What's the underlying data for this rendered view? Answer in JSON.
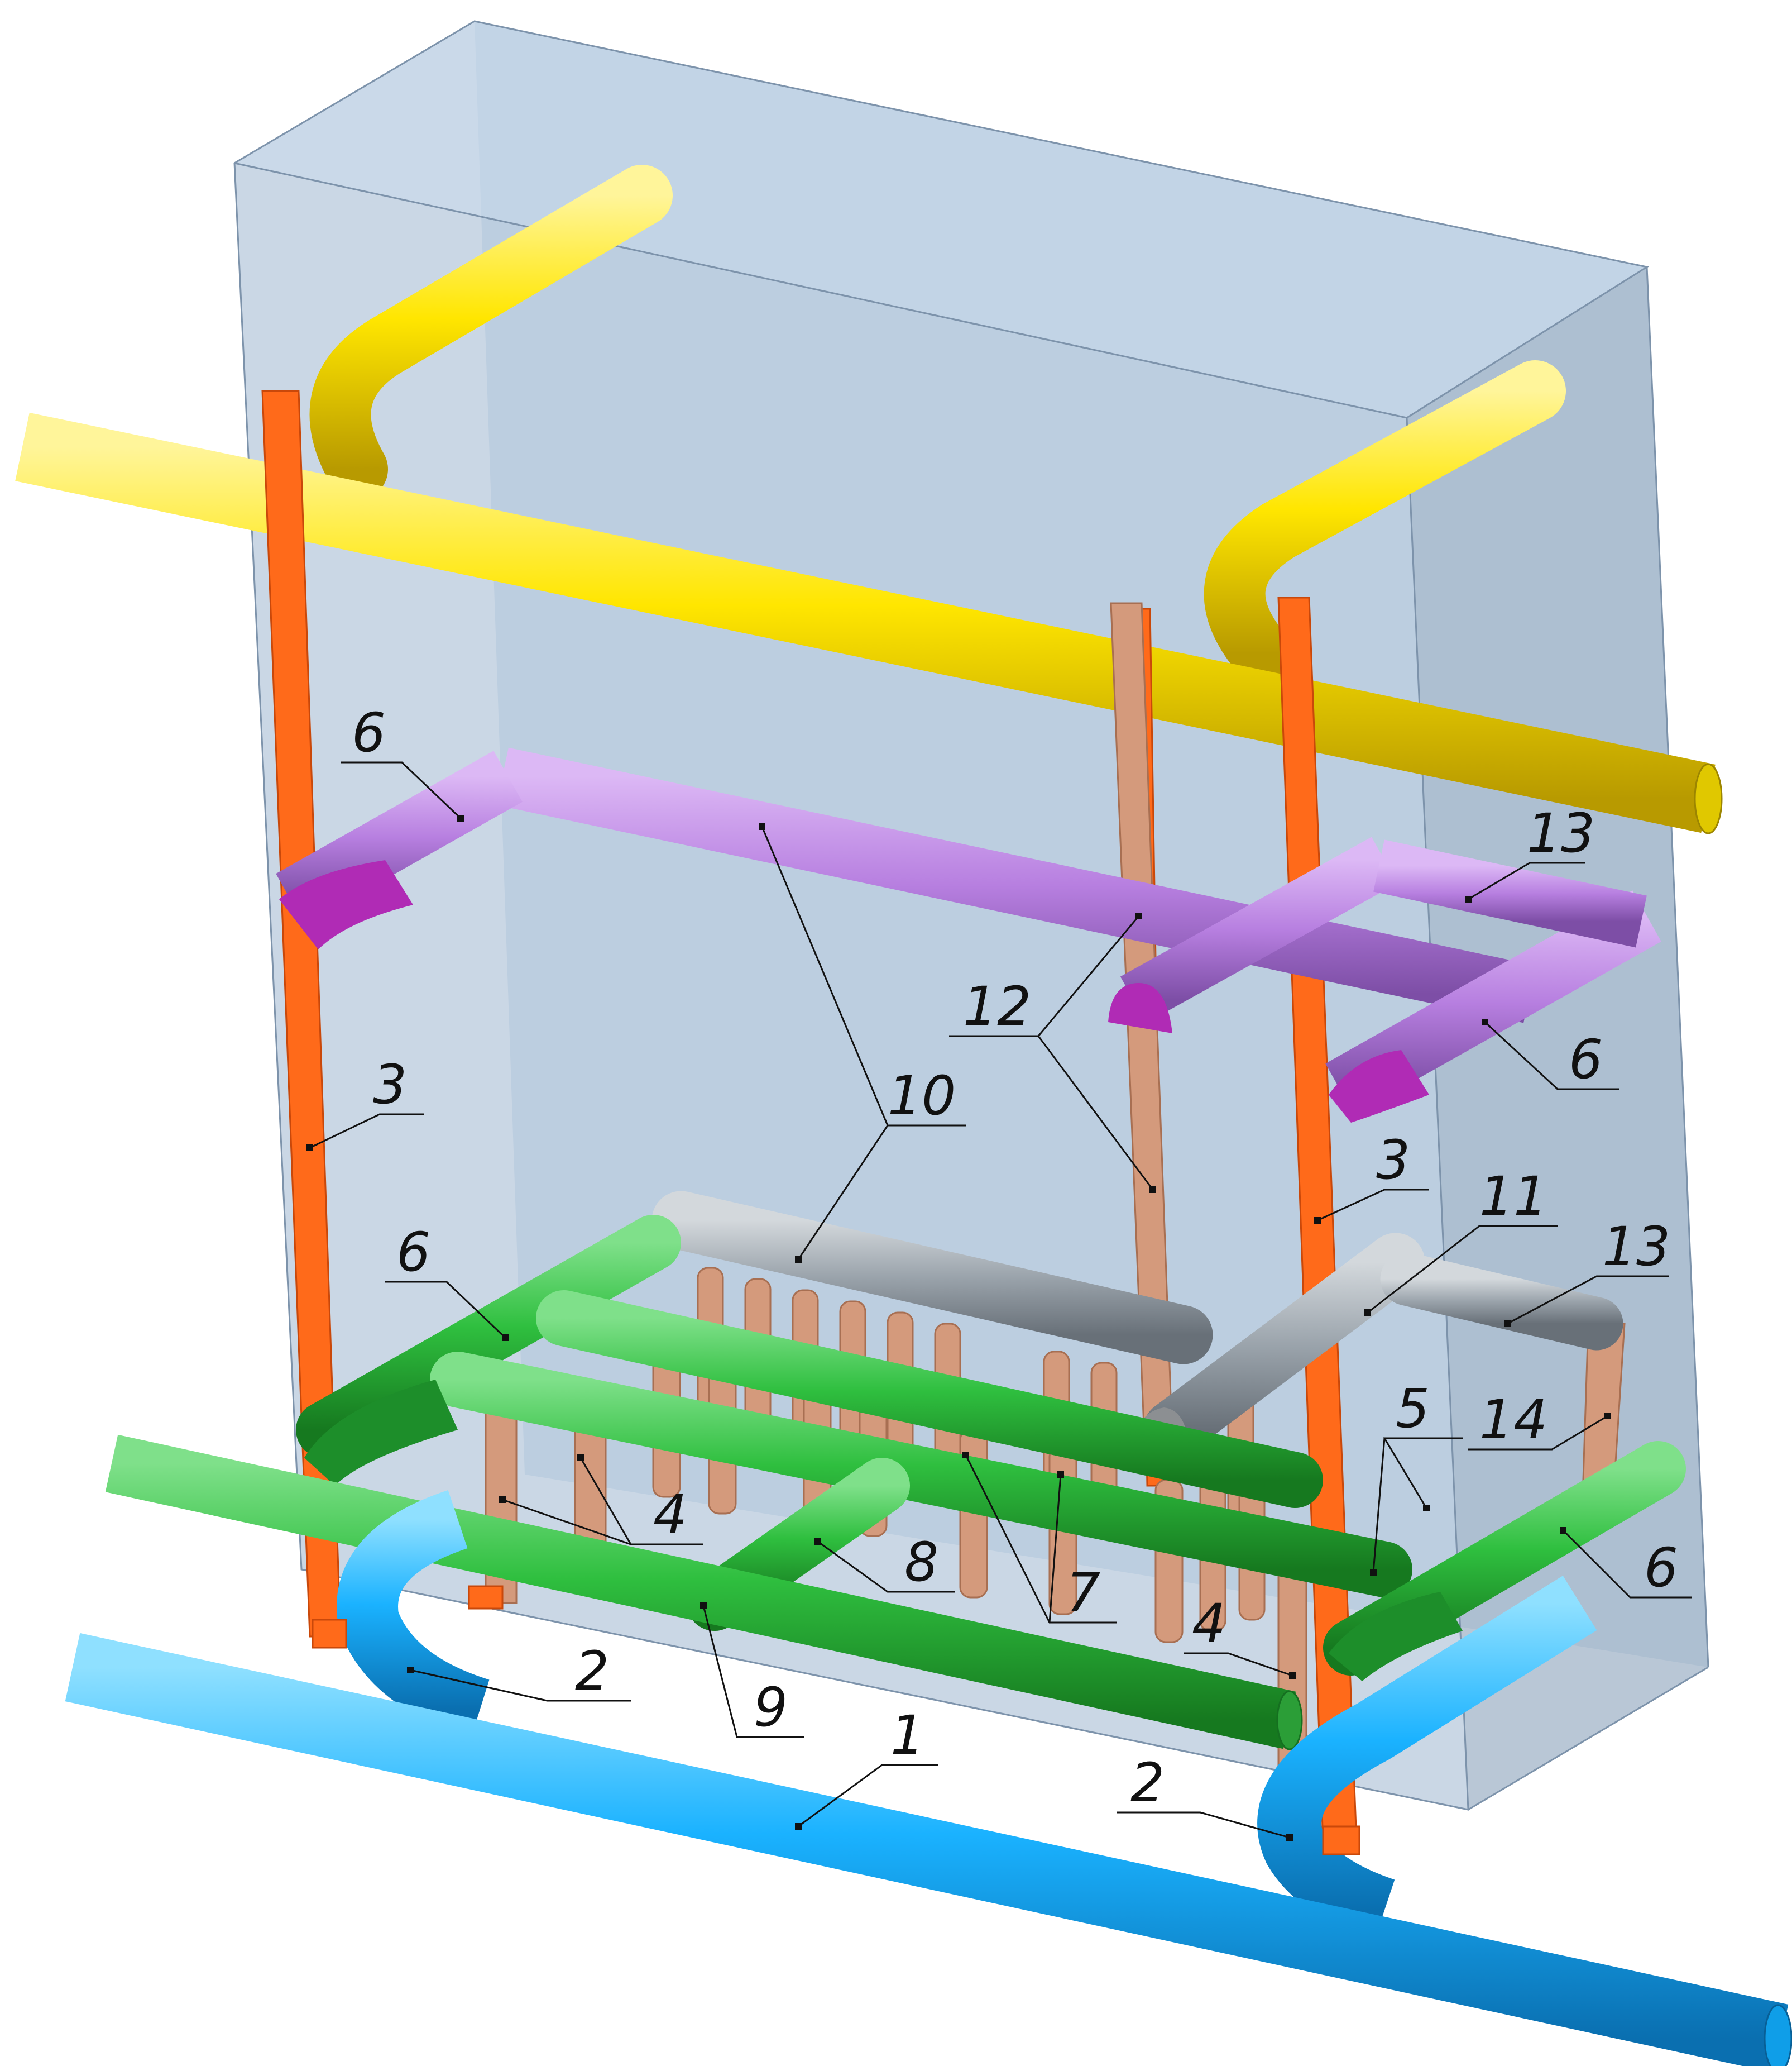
{
  "callouts": {
    "c1": "1",
    "c2a": "2",
    "c2b": "2",
    "c3a": "3",
    "c3b": "3",
    "c4a": "4",
    "c4b": "4",
    "c5": "5",
    "c6a": "6",
    "c6b": "6",
    "c6c": "6",
    "c6d": "6",
    "c7": "7",
    "c8": "8",
    "c9": "9",
    "c10": "10",
    "c11": "11",
    "c12": "12",
    "c13a": "13",
    "c13b": "13",
    "c14": "14"
  },
  "colors": {
    "enclosure": "#9fb7d0",
    "yellow_pipe": "#ffe600",
    "blue_pipe": "#1ab2ff",
    "green_pipe": "#33bb44",
    "dark_green_pipe": "#1d8e2a",
    "violet_pipe": "#b77fe0",
    "magenta_cap": "#b02bb5",
    "grey_pipe": "#9aa3ab",
    "orange_strut": "#ff6a1a",
    "tan_post": "#d49a7c"
  }
}
